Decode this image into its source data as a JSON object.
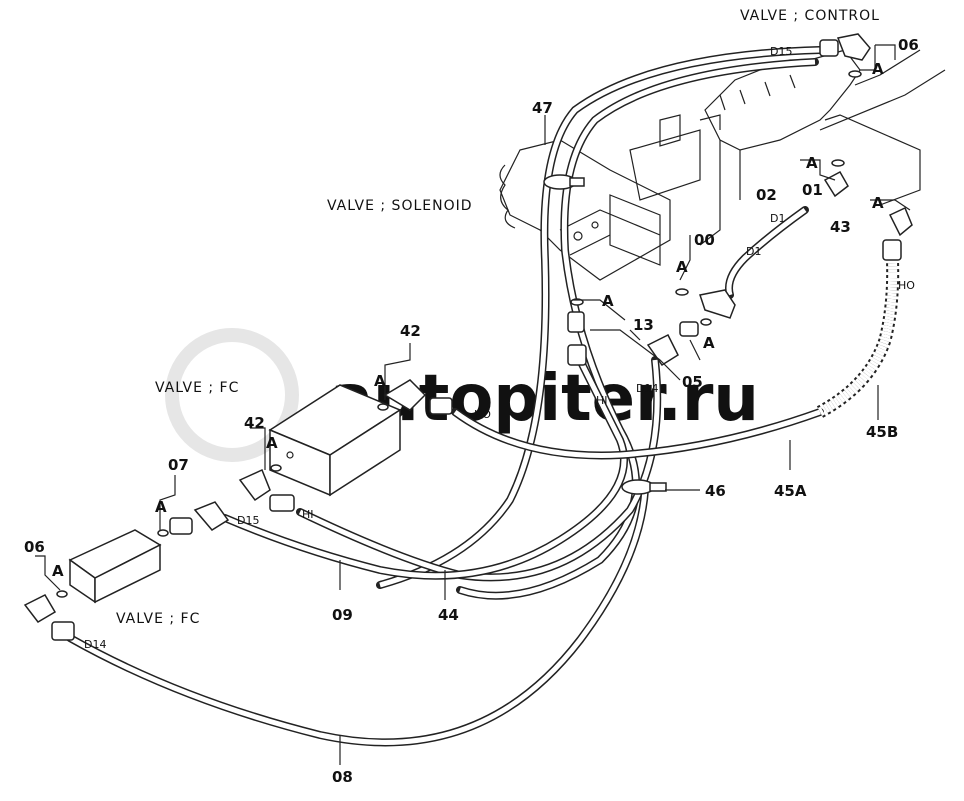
{
  "watermark": "autopiter.ru",
  "valves": {
    "control": "VALVE ; CONTROL",
    "solenoid": "VALVE ; SOLENOID",
    "fc_upper": "VALVE ; FC",
    "fc_lower": "VALVE ; FC"
  },
  "part_numbers": {
    "p06_top": "06",
    "p47": "47",
    "p01": "01",
    "p02": "02",
    "p43": "43",
    "p00": "00",
    "p13": "13",
    "p05": "05",
    "p42_top": "42",
    "p42_mid": "42",
    "p07": "07",
    "p06_left": "06",
    "p46": "46",
    "p45a": "45A",
    "p45b": "45B",
    "p09": "09",
    "p44": "44",
    "p08": "08"
  },
  "callouts": {
    "a_top": "A",
    "a_01": "A",
    "a_43": "A",
    "a_00": "A",
    "a_13": "A",
    "a_05": "A",
    "a_42": "A",
    "a_42b": "A",
    "a_07": "A",
    "a_06": "A"
  },
  "hose_marks": {
    "d15_top": "D15",
    "d1_a": "D1",
    "d1_b": "D1",
    "ho_right": "HO",
    "d14_mid": "D14",
    "hi_mid": "HI",
    "ho_left": "HO",
    "d15_left": "D15",
    "hi_left": "HI",
    "d14_left": "D14"
  }
}
